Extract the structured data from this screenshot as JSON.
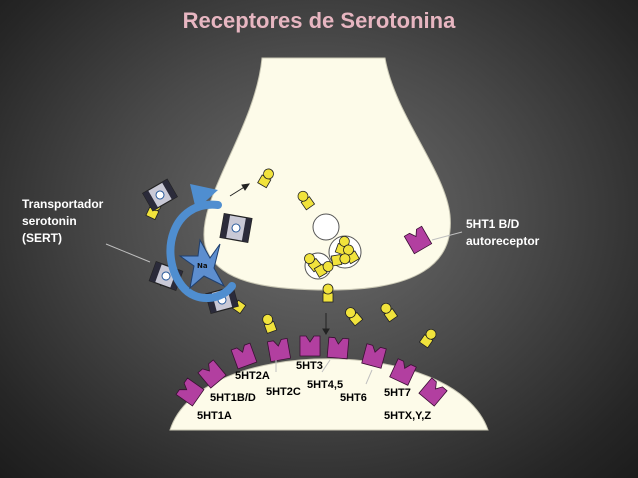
{
  "title": "Receptores de Serotonina",
  "labels": {
    "sert_line1": "Transportador",
    "sert_line2": "serotonin",
    "sert_line3": "(SERT)",
    "auto_line1": "5HT1 B/D",
    "auto_line2": "autoreceptor"
  },
  "receptors": {
    "r5ht1a": "5HT1A",
    "r5ht1bd": "5HT1B/D",
    "r5ht2a": "5HT2A",
    "r5ht2c": "5HT2C",
    "r5ht3": "5HT3",
    "r5ht45": "5HT4,5",
    "r5ht6": "5HT6",
    "r5ht7": "5HT7",
    "r5htxyz": "5HTX,Y,Z"
  },
  "colors": {
    "title": "#e7b6c1",
    "terminal": "#fdfbe9",
    "receptor": "#b23fa0",
    "serotonin": "#f1e33c",
    "transport_arrow": "#4f8ed0"
  }
}
